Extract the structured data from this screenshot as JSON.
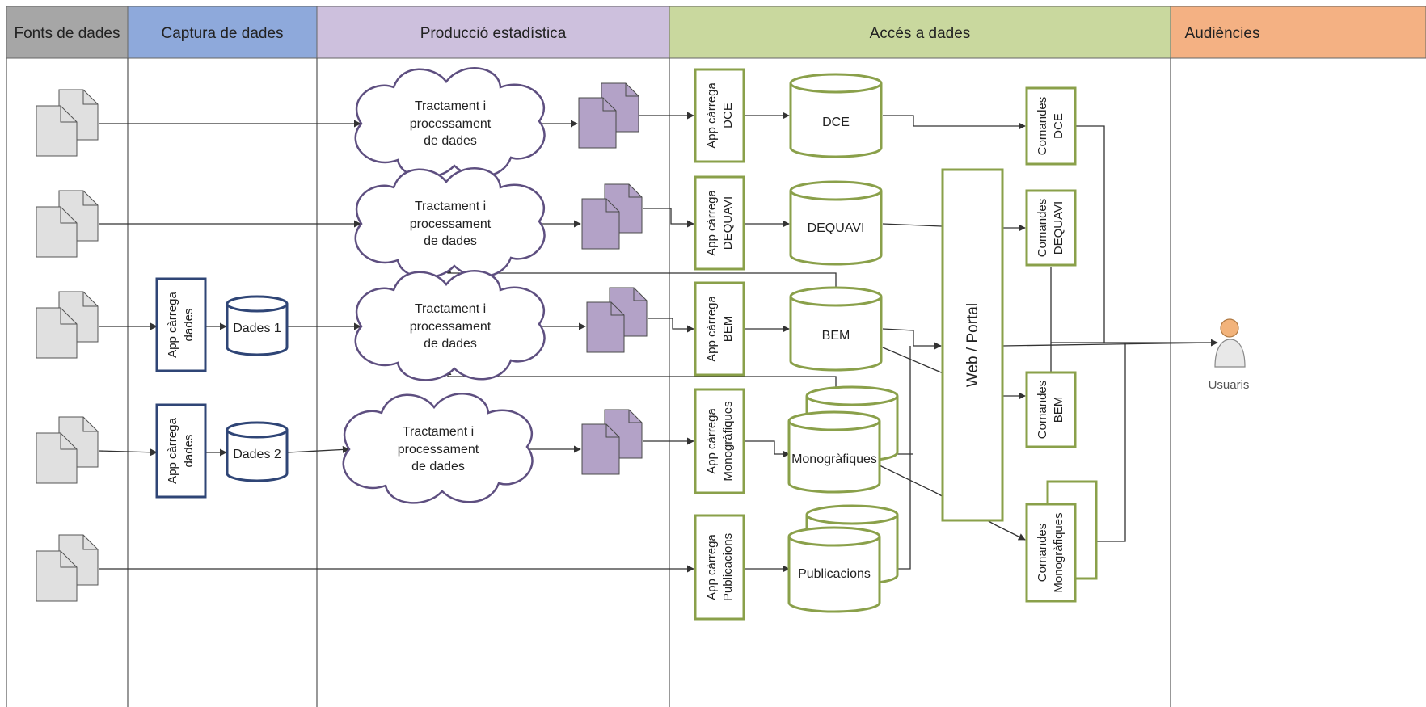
{
  "lanes": [
    {
      "title": "Fonts de dades",
      "color": "#a6a6a6"
    },
    {
      "title": "Captura de dades",
      "color": "#8ea9db"
    },
    {
      "title": "Producció estadística",
      "color": "#cdc0dd"
    },
    {
      "title": "Accés a dades",
      "color": "#c9d89e"
    },
    {
      "title": "Audiències",
      "color": "#f4b183"
    }
  ],
  "capture_apps": [
    {
      "line1": "App càrrega",
      "line2": "dades"
    },
    {
      "line1": "App càrrega",
      "line2": "dades"
    }
  ],
  "capture_dbs": [
    "Dades 1",
    "Dades 2"
  ],
  "processing": {
    "line1": "Tractament i",
    "line2": "processament",
    "line3": "de dades"
  },
  "load_apps": [
    {
      "line1": "App càrrega",
      "line2": "DCE"
    },
    {
      "line1": "App càrrega",
      "line2": "DEQUAVI"
    },
    {
      "line1": "App càrrega",
      "line2": "BEM"
    },
    {
      "line1": "App càrrega",
      "line2": "Monogràfiques"
    },
    {
      "line1": "App càrrega",
      "line2": "Publicacions"
    }
  ],
  "databases": [
    "DCE",
    "DEQUAVI",
    "BEM",
    "Monogràfiques",
    "Publicacions"
  ],
  "portal": "Web / Portal",
  "commands": [
    {
      "line1": "Comandes",
      "line2": "DCE"
    },
    {
      "line1": "Comandes",
      "line2": "DEQUAVI"
    },
    {
      "line1": "Comandes",
      "line2": "BEM"
    },
    {
      "line1": "Comandes",
      "line2": "Monogràfiques"
    }
  ],
  "audience": "Usuaris",
  "colors": {
    "navy": "#2f4576",
    "olive": "#8aa04a",
    "cloud_stroke": "#5e4f80",
    "doc_purple": "#b3a2c7",
    "doc_gray": "#e0e0e0"
  }
}
